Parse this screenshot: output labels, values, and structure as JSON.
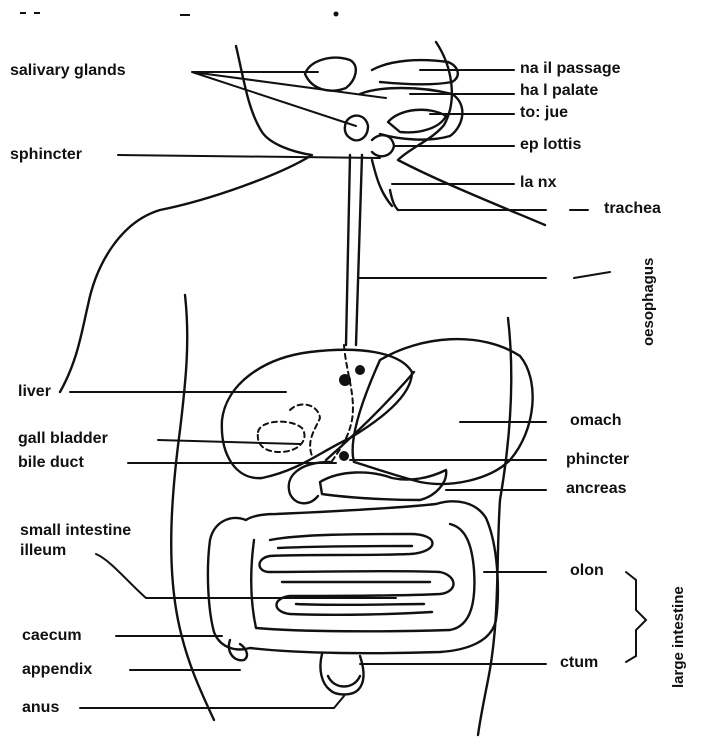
{
  "labels_left": {
    "salivary_glands": "salivary glands",
    "sphincter": "sphincter",
    "liver": "liver",
    "gall_bladder": "gall bladder",
    "bile_duct": "bile duct",
    "small_intestine": "small intestine",
    "illeum": "illeum",
    "caecum": "caecum",
    "appendix": "appendix",
    "anus": "anus"
  },
  "labels_right": {
    "nasal_passage": "na   il passage",
    "hard_palate": "ha   l palate",
    "tongue": "to:   jue",
    "epiglottis": "ep   lottis",
    "larynx": "la   nx",
    "trachea": "trachea",
    "stomach": "omach",
    "sphincter": "phincter",
    "pancreas": "ancreas",
    "colon": "olon",
    "rectum": "ctum"
  },
  "labels_vertical": {
    "oesophagus": "oesophagus",
    "large_intestine": "large intestine"
  },
  "colors": {
    "ink": "#111111",
    "background": "#ffffff"
  }
}
